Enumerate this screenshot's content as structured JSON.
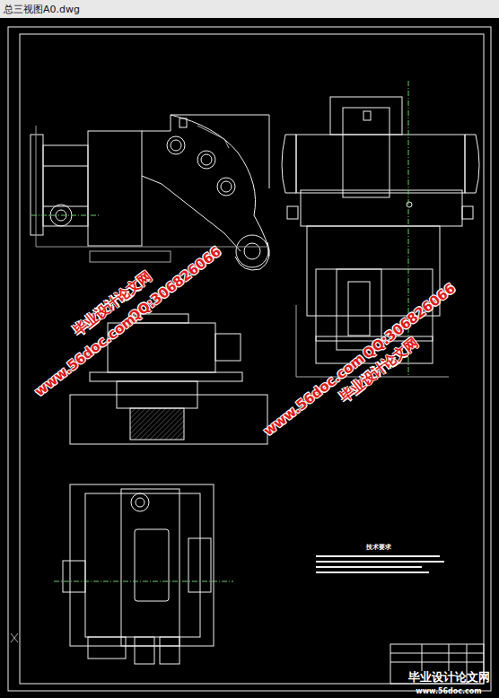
{
  "diagram": {
    "title": "总三视图A0.dwg",
    "labels": [
      "毕业设计论文网",
      "QQ:306826066",
      "www.56doc.com",
      "www.56doc.com",
      "QQ:306826066",
      "毕业设计论文网",
      "技术要求",
      "毕业设计论文网",
      "www.56doc.com"
    ]
  }
}
